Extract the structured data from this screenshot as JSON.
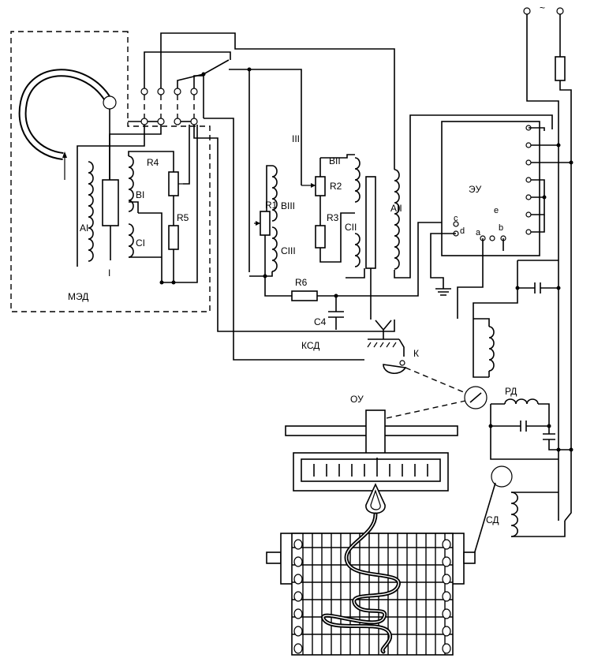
{
  "labels": {
    "med": "МЭД",
    "ksd": "КСД",
    "eu": "ЭУ",
    "ou": "ОУ",
    "rd": "РД",
    "sd": "СД",
    "k": "К",
    "ac": "~",
    "block_i": "I",
    "block_iii": "III",
    "AI": "AI",
    "BI": "BI",
    "CI": "CI",
    "AII": "AII",
    "BII": "BII",
    "CII": "CII",
    "BIII": "BIII",
    "CIII": "CIII",
    "R1": "R1",
    "R2": "R2",
    "R3": "R3",
    "R4": "R4",
    "R5": "R5",
    "R6": "R6",
    "C4": "C4",
    "eu_a": "a",
    "eu_b": "b",
    "eu_c": "c",
    "eu_d": "d",
    "eu_e": "e"
  }
}
